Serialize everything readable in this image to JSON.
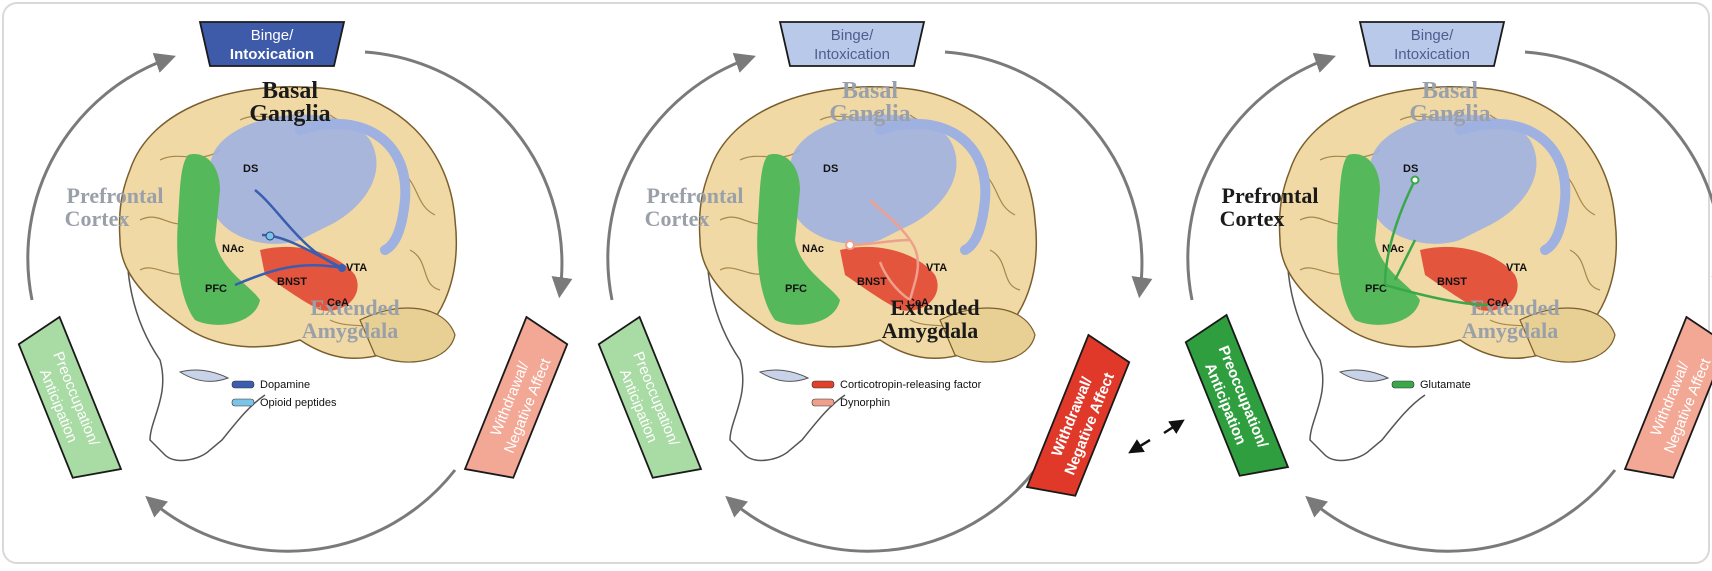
{
  "stages": {
    "binge": [
      "Binge/",
      "Intoxication"
    ],
    "withdrawal": [
      "Withdrawal/",
      "Negative Affect"
    ],
    "preoccupation": [
      "Preoccupation/",
      "Anticipation"
    ]
  },
  "regions": {
    "basal_ganglia": [
      "Basal",
      "Ganglia"
    ],
    "prefrontal_cortex": [
      "Prefrontal",
      "Cortex"
    ],
    "extended_amygdala": [
      "Extended",
      "Amygdala"
    ]
  },
  "labels": {
    "ds": "DS",
    "nac": "NAc",
    "vta": "VTA",
    "pfc": "PFC",
    "bnst": "BNST",
    "cea": "CeA"
  },
  "panels": [
    {
      "id": "binge-panel",
      "highlight": "binge",
      "legend": [
        {
          "label": "Dopamine",
          "color": "#3b5db0"
        },
        {
          "label": "Opioid peptides",
          "color": "#7cc3e8"
        }
      ]
    },
    {
      "id": "withdrawal-panel",
      "highlight": "withdrawal",
      "legend": [
        {
          "label": "Corticotropin-releasing factor",
          "color": "#e0412a"
        },
        {
          "label": "Dynorphin",
          "color": "#eea08c"
        }
      ]
    },
    {
      "id": "preoccupation-panel",
      "highlight": "preoccupation",
      "legend": [
        {
          "label": "Glutamate",
          "color": "#3aa84a"
        }
      ]
    }
  ],
  "colors": {
    "binge_dark": "#3d5ba9",
    "binge_light": "#b9c9ea",
    "withdrawal_dark": "#e0392a",
    "withdrawal_light": "#f3a795",
    "preoccupation_dark": "#2f9e3e",
    "preoccupation_light": "#a9dba4",
    "brain": "#f0d9a4",
    "striatum": "#9fb1e0",
    "pfc_region": "#55b85a",
    "amygdala_region": "#e4553e"
  }
}
